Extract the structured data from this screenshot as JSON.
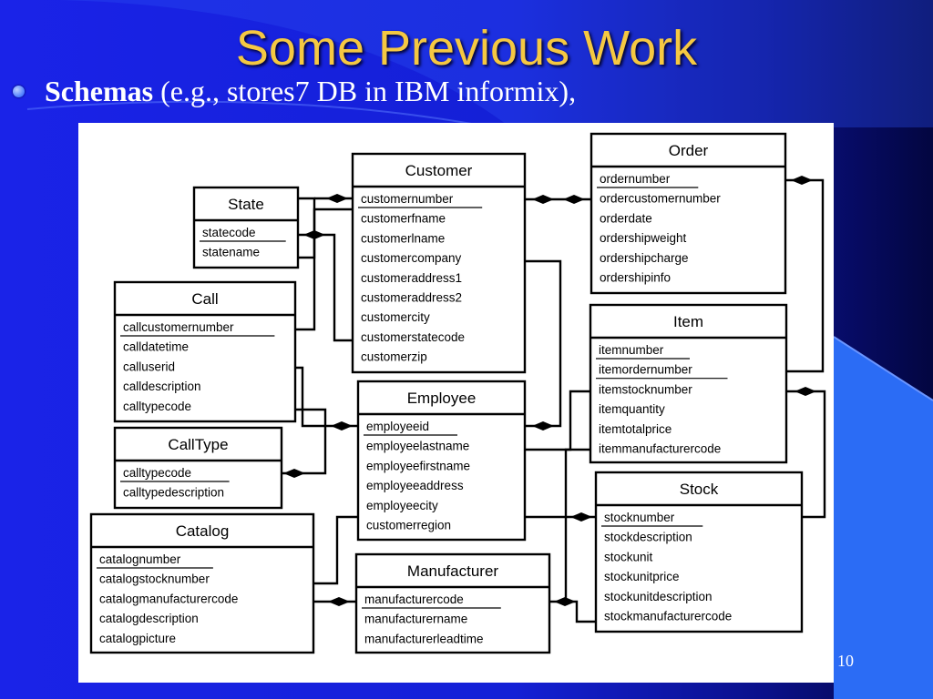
{
  "slide": {
    "title": "Some Previous Work",
    "bullet_term": "Schemas",
    "bullet_rest": " (e.g., stores7 DB in IBM informix),",
    "page_number": "10"
  },
  "theme": {
    "title_color": "#f5c842",
    "background": "#1a23e8",
    "bullet_color": "#4a7cff"
  },
  "entities": [
    {
      "id": "state",
      "name": "State",
      "attributes": [
        "statecode",
        "statename"
      ],
      "keys": [
        "statecode"
      ]
    },
    {
      "id": "customer",
      "name": "Customer",
      "attributes": [
        "customernumber",
        "customerfname",
        "customerlname",
        "customercompany",
        "customeraddress1",
        "customeraddress2",
        "customercity",
        "customerstatecode",
        "customerzip"
      ],
      "keys": [
        "customernumber"
      ]
    },
    {
      "id": "order",
      "name": "Order",
      "attributes": [
        "ordernumber",
        "ordercustomernumber",
        "orderdate",
        "ordershipweight",
        "ordershipcharge",
        "ordershipinfo"
      ],
      "keys": [
        "ordernumber"
      ]
    },
    {
      "id": "call",
      "name": "Call",
      "attributes": [
        "callcustomernumber",
        "calldatetime",
        "calluserid",
        "calldescription",
        "calltypecode"
      ],
      "keys": [
        "callcustomernumber"
      ]
    },
    {
      "id": "item",
      "name": "Item",
      "attributes": [
        "itemnumber",
        "itemordernumber",
        "itemstocknumber",
        "itemquantity",
        "itemtotalprice",
        "itemmanufacturercode"
      ],
      "keys": [
        "itemnumber",
        "itemordernumber"
      ]
    },
    {
      "id": "employee",
      "name": "Employee",
      "attributes": [
        "employeeid",
        "employeelastname",
        "employeefirstname",
        "employeeaddress",
        "employeecity",
        "customerregion"
      ],
      "keys": [
        "employeeid"
      ]
    },
    {
      "id": "calltype",
      "name": "CallType",
      "attributes": [
        "calltypecode",
        "calltypedescription"
      ],
      "keys": [
        "calltypecode"
      ]
    },
    {
      "id": "stock",
      "name": "Stock",
      "attributes": [
        "stocknumber",
        "stockdescription",
        "stockunit",
        "stockunitprice",
        "stockunitdescription",
        "stockmanufacturercode"
      ],
      "keys": [
        "stocknumber"
      ]
    },
    {
      "id": "catalog",
      "name": "Catalog",
      "attributes": [
        "catalognumber",
        "catalogstocknumber",
        "catalogmanufacturercode",
        "catalogdescription",
        "catalogpicture"
      ],
      "keys": [
        "catalognumber"
      ]
    },
    {
      "id": "manufacturer",
      "name": "Manufacturer",
      "attributes": [
        "manufacturercode",
        "manufacturername",
        "manufacturerleadtime"
      ],
      "keys": [
        "manufacturercode"
      ]
    }
  ]
}
